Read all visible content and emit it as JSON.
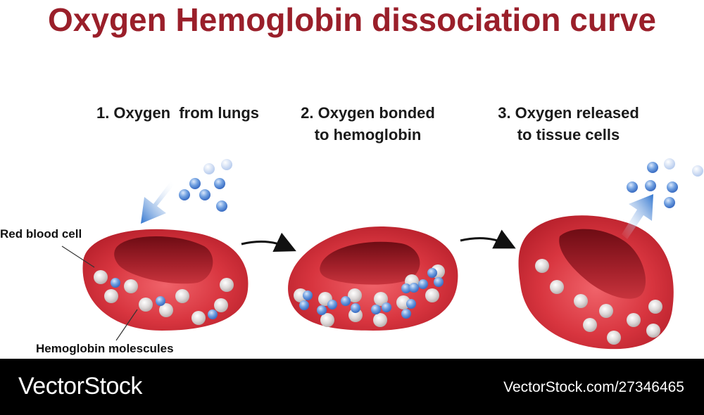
{
  "title": "Oxygen Hemoglobin dissociation curve",
  "steps": [
    {
      "line1": "1. Oxygen  from lungs",
      "line2": ""
    },
    {
      "line1": "2. Oxygen bonded",
      "line2": "to hemoglobin"
    },
    {
      "line1": "3. Oxygen released",
      "line2": "to tissue cells"
    }
  ],
  "labels": {
    "red_blood_cell": "Red blood cell",
    "hemoglobin": "Hemoglobin molescules"
  },
  "footer": {
    "brand": "VectorStock",
    "url": "VectorStock.com/27346465"
  },
  "colors": {
    "title": "#9a1f2a",
    "cell": "#d8353f",
    "oxygen": "#5b8ed6",
    "arrow_blue": "#3a7fd0",
    "footer_bg": "#000000"
  }
}
